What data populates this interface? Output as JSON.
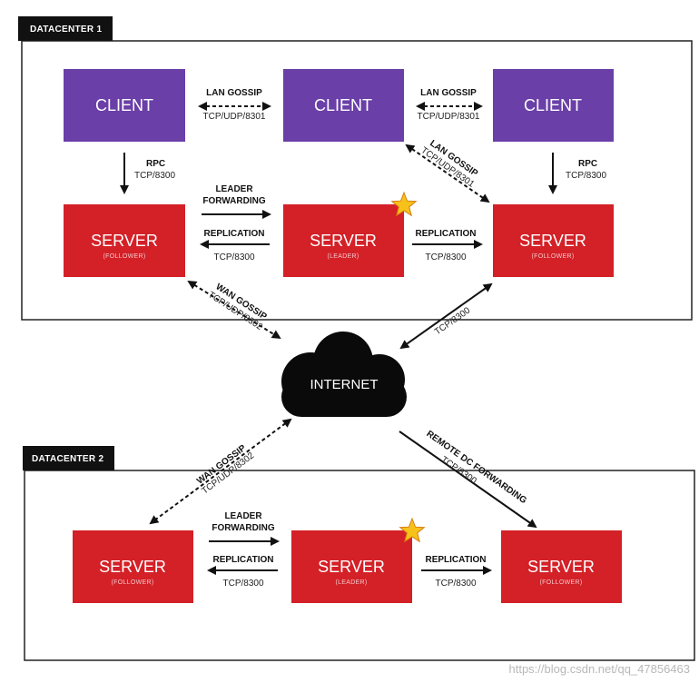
{
  "datacenter1": {
    "title": "DATACENTER 1"
  },
  "datacenter2": {
    "title": "DATACENTER 2"
  },
  "client_label": "CLIENT",
  "server_label": "SERVER",
  "follower_label": "(FOLLOWER)",
  "leader_label": "(LEADER)",
  "internet_label": "INTERNET",
  "edges": {
    "lan_gossip_1": {
      "name": "LAN GOSSIP",
      "port": "TCP/UDP/8301"
    },
    "lan_gossip_2": {
      "name": "LAN GOSSIP",
      "port": "TCP/UDP/8301"
    },
    "lan_gossip_diag": {
      "name": "LAN GOSSIP",
      "port": "TCP/UDP/8301"
    },
    "rpc_left": {
      "name": "RPC",
      "port": "TCP/8300"
    },
    "rpc_right": {
      "name": "RPC",
      "port": "TCP/8300"
    },
    "dc1_leader_forwarding": {
      "line1": "LEADER",
      "line2": "FORWARDING"
    },
    "dc1_replication_left": {
      "name": "REPLICATION",
      "port": "TCP/8300"
    },
    "dc1_replication_right": {
      "name": "REPLICATION",
      "port": "TCP/8300"
    },
    "wan_gossip_dc1": {
      "name": "WAN GOSSIP",
      "port": "TCP/UDP/8302"
    },
    "dc1_internet": {
      "port": "TCP/8300"
    },
    "wan_gossip_dc2": {
      "name": "WAN GOSSIP",
      "port": "TCP/UDP/8302"
    },
    "remote_dc_forwarding": {
      "name": "REMOTE DC FORWARDING",
      "port": "TCP/8300"
    },
    "dc2_leader_forwarding": {
      "line1": "LEADER",
      "line2": "FORWARDING"
    },
    "dc2_replication_left": {
      "name": "REPLICATION",
      "port": "TCP/8300"
    },
    "dc2_replication_right": {
      "name": "REPLICATION",
      "port": "TCP/8300"
    }
  },
  "watermark": "https://blog.csdn.net/qq_47856463",
  "colors": {
    "client": "#6a3fa8",
    "server": "#d42027",
    "leader_star": "#f6c21a",
    "frame": "#222222"
  }
}
